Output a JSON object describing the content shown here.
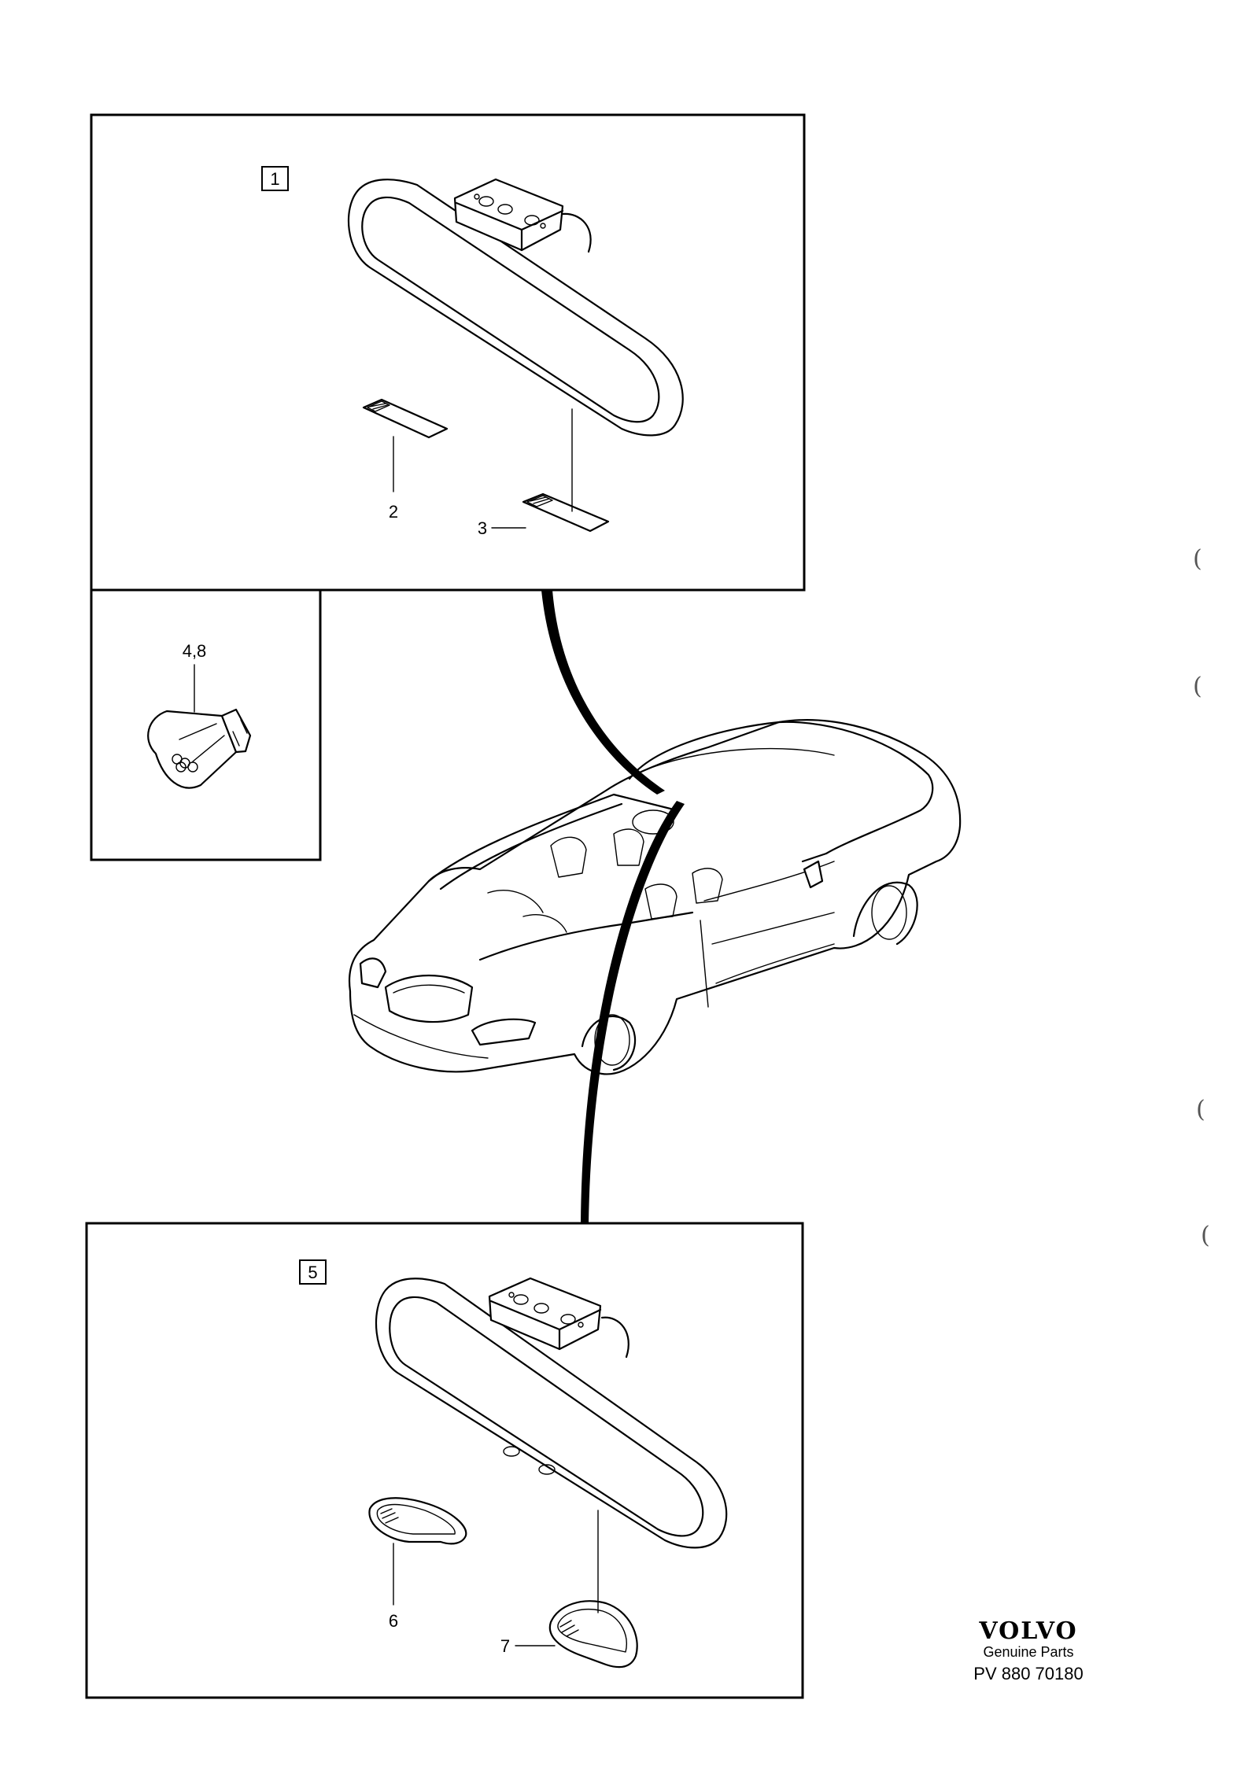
{
  "diagram": {
    "panels": [
      {
        "box_number": "1",
        "labels": [
          "2",
          "3"
        ]
      },
      {
        "labels": [
          "4,8"
        ]
      },
      {
        "box_number": "5",
        "labels": [
          "6",
          "7"
        ]
      }
    ]
  },
  "footer": {
    "brand": "VOLVO",
    "subtitle": "Genuine Parts",
    "reference": "PV 880 70180"
  },
  "margin_marks": [
    "(",
    "(",
    "(",
    "("
  ]
}
